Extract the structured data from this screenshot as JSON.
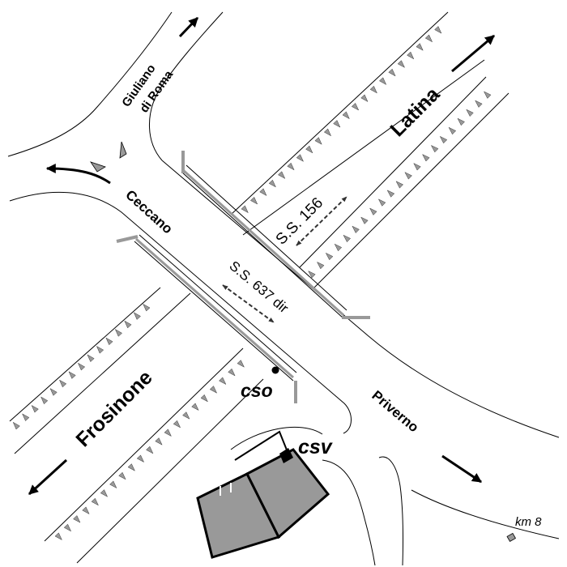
{
  "labels": {
    "giuliano_line1": "Giuliano",
    "giuliano_line2": "di Roma",
    "latina": "Latina",
    "ceccano": "Ceccano",
    "ss156": "S.S. 156",
    "ss637": "S.S. 637 dir",
    "frosinone": "Frosinone",
    "priverno": "Priverno",
    "cso": "cso",
    "csv": "csv",
    "km8": "km 8"
  },
  "colors": {
    "line": "#000000",
    "guardrail": "#999999",
    "building": "#999999",
    "background": "#ffffff"
  },
  "icons": {
    "direction_arrow": "arrow-icon",
    "dashed_arrow": "dashed-double-arrow-icon",
    "embankment": "embankment-hatching"
  }
}
